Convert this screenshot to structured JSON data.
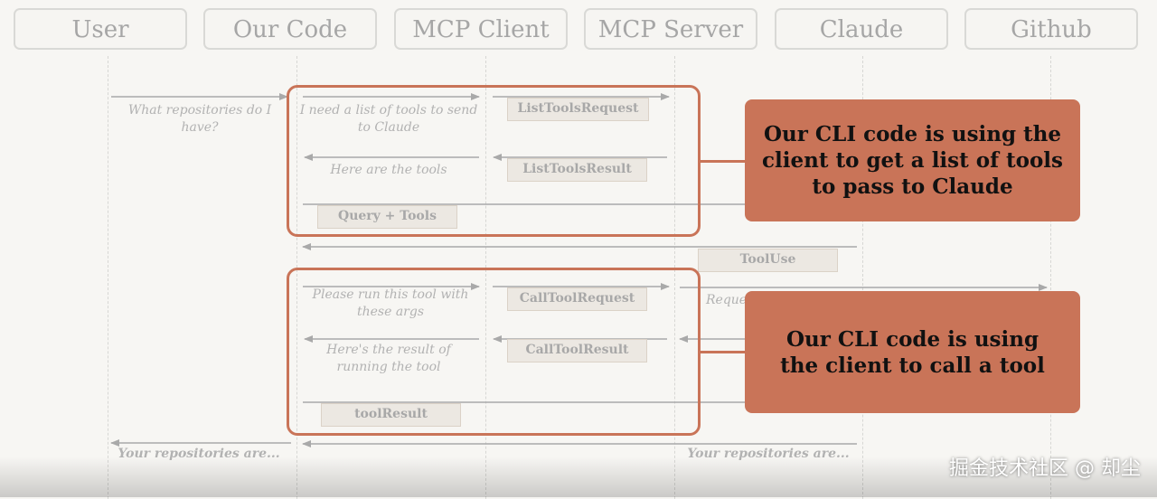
{
  "actors": [
    "User",
    "Our Code",
    "MCP Client",
    "MCP Server",
    "Claude",
    "Github"
  ],
  "messages": {
    "user_question": "What repositories do I have?",
    "need_tools": "I need a list of tools to send to Claude",
    "list_tools_request": "ListToolsRequest",
    "list_tools_result": "ListToolsResult",
    "here_tools": "Here are the tools",
    "query_tools": "Query + Tools",
    "tool_use": "ToolUse",
    "please_run": "Please run this tool with these args",
    "call_tool_request": "CallToolRequest",
    "request_partial": "Reque",
    "call_tool_result": "CallToolResult",
    "result_of": "Here's the result of running the tool",
    "tool_result": "toolResult",
    "your_repos_left": "Your repositories are...",
    "your_repos_right": "Your repositories are..."
  },
  "callouts": {
    "list_tools": "Our CLI code is using the client to get a list of tools to pass to Claude",
    "call_tool": "Our CLI code is using the client to call a tool"
  },
  "watermark": "掘金技术社区 @ 却尘",
  "colors": {
    "accent": "#c97458",
    "arrow": "#a9a9a9",
    "chip_bg": "#ece8e2",
    "actor_border": "#d9d9d6"
  }
}
